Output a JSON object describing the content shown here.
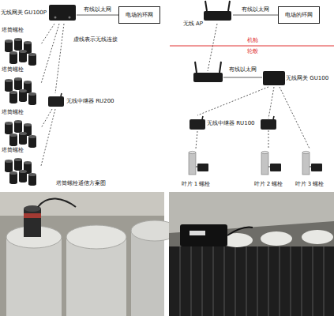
{
  "diagram": {
    "caption": "塔筒螺栓通信方案图",
    "nodes": [
      {
        "text": [
          "无线网关 GU100P"
        ]
      },
      {
        "text": [
          "电场的环网"
        ]
      },
      {
        "text": [
          "塔筒螺栓"
        ]
      },
      {
        "text": [
          "塔筒螺栓"
        ]
      },
      {
        "text": [
          "无线中继器 RU200"
        ]
      },
      {
        "text": [
          "塔筒螺栓"
        ]
      },
      {
        "text": [
          "塔筒螺栓"
        ]
      },
      {
        "text": [
          "无线 AP"
        ]
      },
      {
        "text": [
          "电场的环网"
        ]
      },
      {
        "text": [
          "无线网关 GU100"
        ]
      },
      {
        "text": [
          "无线中继器 RU100"
        ]
      },
      {
        "text": [
          "叶片 1 螺栓"
        ]
      },
      {
        "text": [
          "叶片 2 螺栓"
        ]
      },
      {
        "text": [
          "叶片 3 螺栓"
        ]
      }
    ],
    "edges": [
      {
        "from": 0,
        "to": 1,
        "label": "有线以太网",
        "arrow": "none"
      },
      {
        "from": 0,
        "to": 2,
        "arrow": "none"
      },
      {
        "from": 0,
        "to": 3,
        "arrow": "none"
      },
      {
        "from": 0,
        "to": 4,
        "arrow": "none"
      },
      {
        "from": 4,
        "to": 5,
        "arrow": "none"
      },
      {
        "from": 4,
        "to": 6,
        "arrow": "none"
      },
      {
        "from": 7,
        "to": 8,
        "label": "有线以太网",
        "arrow": "none"
      },
      {
        "from": 9,
        "to": 10,
        "arrow": "none"
      },
      {
        "from": 9,
        "to": 13,
        "arrow": "none"
      },
      {
        "from": 10,
        "to": 11,
        "arrow": "none"
      }
    ],
    "labels": [
      "虚线表示无线连接",
      "机舱",
      "轮毂",
      "有线以太网"
    ]
  }
}
